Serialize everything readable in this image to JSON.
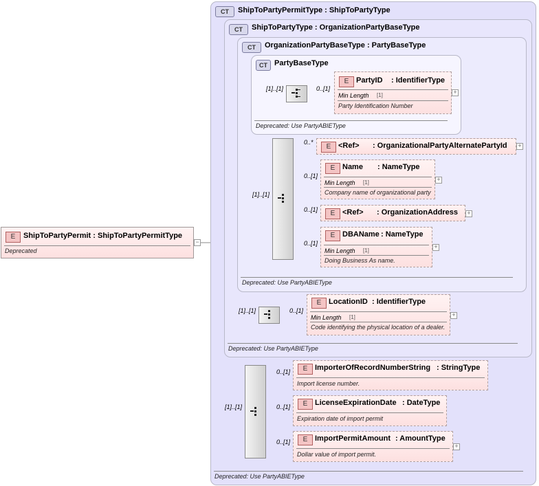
{
  "root": {
    "badge": "E",
    "title": "ShipToPartyPermit : ShipToPartyPermitType",
    "note": "Deprecated"
  },
  "ct_outer": {
    "badge": "CT",
    "title": "ShipToPartyPermitType : ShipToPartyType",
    "note": "Deprecated: Use PartyABIEType"
  },
  "ct_ship": {
    "badge": "CT",
    "title": "ShipToPartyType : OrganizationPartyBaseType",
    "note": "Deprecated: Use PartyABIEType"
  },
  "ct_org": {
    "badge": "CT",
    "title": "OrganizationPartyBaseType : PartyBaseType",
    "note": "Deprecated: Use PartyABIEType"
  },
  "ct_party": {
    "badge": "CT",
    "title": "PartyBaseType",
    "note": "Deprecated: Use PartyABIEType"
  },
  "cards": {
    "one_one": "[1]..[1]",
    "zero_one": "0..[1]",
    "zero_many": "0..*"
  },
  "elements": {
    "partyid": {
      "badge": "E",
      "name": "PartyID",
      "type": ": IdentifierType",
      "facet": "Min Length",
      "facet_value": "[1]",
      "doc": "Party Identification Number"
    },
    "alt_party": {
      "badge": "E",
      "name": "<Ref>",
      "type": ": OrganizationalPartyAlternatePartyId"
    },
    "name": {
      "badge": "E",
      "name": "Name",
      "type": ": NameType",
      "facet": "Min Length",
      "facet_value": "[1]",
      "doc": "Company name of organizational party"
    },
    "address": {
      "badge": "E",
      "name": "<Ref>",
      "type": ": OrganizationAddress"
    },
    "dbaname": {
      "badge": "E",
      "name": "DBAName",
      "type": ": NameType",
      "facet": "Min Length",
      "facet_value": "[1]",
      "doc": "Doing Business As name."
    },
    "locationid": {
      "badge": "E",
      "name": "LocationID",
      "type": ": IdentifierType",
      "facet": "Min Length",
      "facet_value": "[1]",
      "doc": "Code identifying the physical location of a dealer."
    },
    "importer": {
      "badge": "E",
      "name": "ImporterOfRecordNumberString",
      "type": ": StringType",
      "doc": "Import license number."
    },
    "expiration": {
      "badge": "E",
      "name": "LicenseExpirationDate",
      "type": ": DateType",
      "doc": "Expiration date of import permit"
    },
    "amount": {
      "badge": "E",
      "name": "ImportPermitAmount",
      "type": ": AmountType",
      "doc": "Dollar value of import permit."
    }
  }
}
